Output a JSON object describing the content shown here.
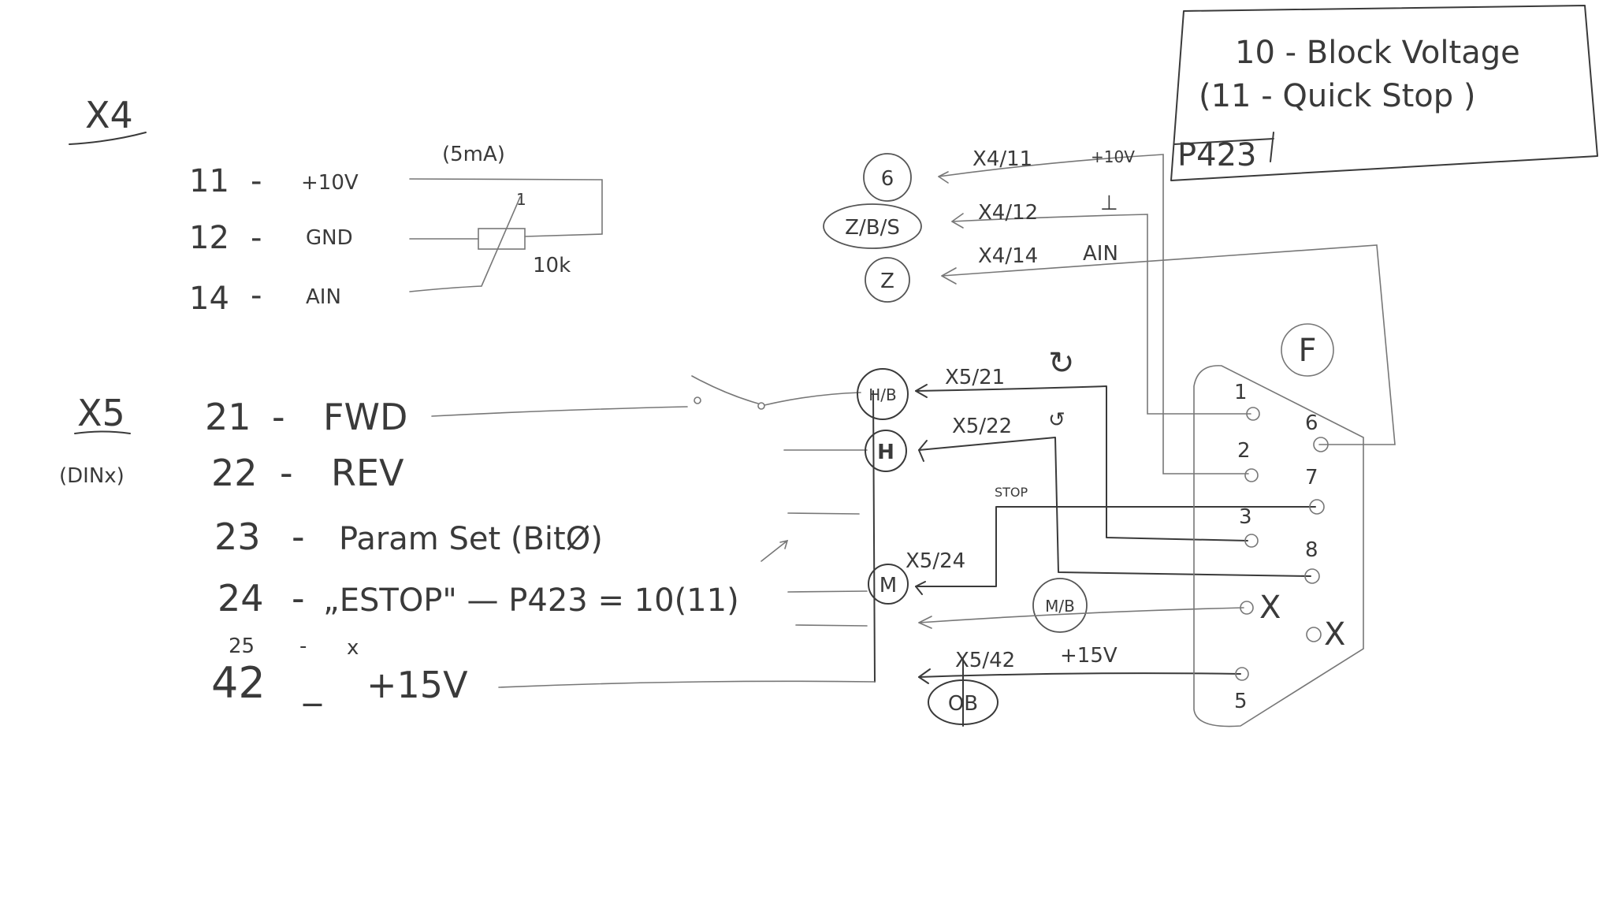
{
  "legend_box": {
    "line1": "10 - Block Voltage",
    "line2": "(11 - Quick Stop )",
    "param": "P423"
  },
  "x4": {
    "title": "X4",
    "rows": [
      {
        "num": "11",
        "dash": "-",
        "name": "+10V"
      },
      {
        "num": "12",
        "dash": "-",
        "name": "GND"
      },
      {
        "num": "14",
        "dash": "-",
        "name": "AIN"
      }
    ],
    "current_note": "(5mA)",
    "wiper_mark": "1",
    "pot_value": "10k"
  },
  "x5": {
    "title": "X5",
    "subtitle": "(DINx)",
    "rows": [
      {
        "num": "21",
        "dash": "-",
        "name": "FWD"
      },
      {
        "num": "22",
        "dash": "-",
        "name": "REV"
      },
      {
        "num": "23",
        "dash": "-",
        "name": "Param Set (BitØ)"
      },
      {
        "num": "24",
        "dash": "-",
        "name": "„ESTOP\" — P423 = 10(11)"
      },
      {
        "num": "25",
        "dash": "-",
        "name": "x"
      },
      {
        "num": "42",
        "dash": "_",
        "name": "+15V"
      }
    ]
  },
  "wires": {
    "x4_11": {
      "label": "X4/11",
      "signal": "+10V",
      "color_tag": "6"
    },
    "x4_12": {
      "label": "X4/12",
      "signal": "⊥",
      "color_tag": "Z/B/S"
    },
    "x4_14": {
      "label": "X4/14",
      "signal": "AIN",
      "color_tag": "Z"
    },
    "x5_21": {
      "label": "X5/21",
      "signal": "↻",
      "color_tag": "H/B"
    },
    "x5_22": {
      "label": "X5/22",
      "signal": "↺",
      "color_tag": "H"
    },
    "x5_24": {
      "label": "X5/24",
      "signal": "STOP",
      "color_tag": "M"
    },
    "nb": {
      "color_tag": "M/B"
    },
    "x5_42": {
      "label": "X5/42",
      "signal": "+15V",
      "color_tag": "OB"
    }
  },
  "connector": {
    "name": "F",
    "pins_left": [
      "1",
      "2",
      "3",
      "5"
    ],
    "pins_right": [
      "6",
      "7",
      "8"
    ],
    "unused_mark": "X"
  }
}
